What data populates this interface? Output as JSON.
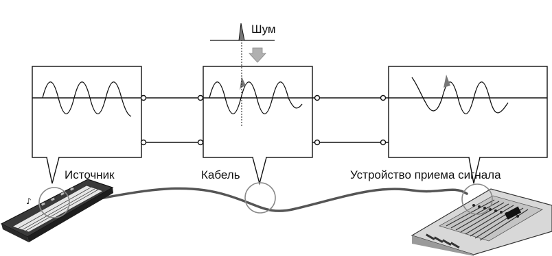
{
  "labels": {
    "noise": "Шум",
    "source": "Источник",
    "cable": "Кабель",
    "receiver": "Устройство приема сигнала"
  },
  "colors": {
    "line": "#111111",
    "noise_fill": "#777777",
    "arrow_fill": "#b0b0b0",
    "cable": "#555555",
    "magnifier": "#8a8a8a"
  }
}
